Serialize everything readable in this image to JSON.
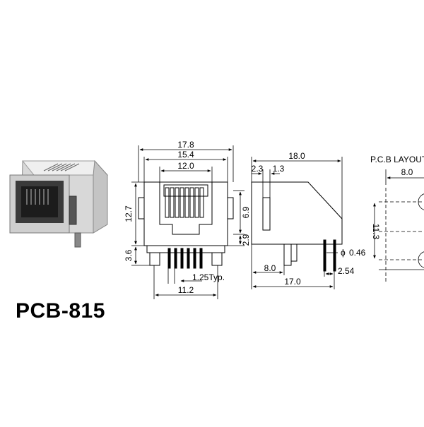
{
  "product": {
    "model": "PCB-815"
  },
  "front_view": {
    "dims": {
      "overall_width": "17.8",
      "inner_width": "15.4",
      "opening_width": "12.0",
      "body_height": "12.7",
      "pin_height": "3.6",
      "opening_height": "6.9",
      "offset": "2.9",
      "pitch": "1.25Typ.",
      "pin_span": "11.2"
    }
  },
  "side_view": {
    "dims": {
      "overall_depth": "18.0",
      "dim_a": "2.3",
      "dim_b": "1.3",
      "pin_diameter": "0.46",
      "pin_offset": "8.0",
      "pin_pitch": "2.54",
      "base_length": "17.0"
    },
    "diameter_symbol": "ϕ"
  },
  "pcb_layout": {
    "title": "P.C.B LAYOUT",
    "dims": {
      "width": "8.0",
      "height": "11.3"
    }
  },
  "colors": {
    "line": "#000000",
    "photo_body": "#d9d9d9",
    "photo_shadow": "#9a9a9a"
  }
}
